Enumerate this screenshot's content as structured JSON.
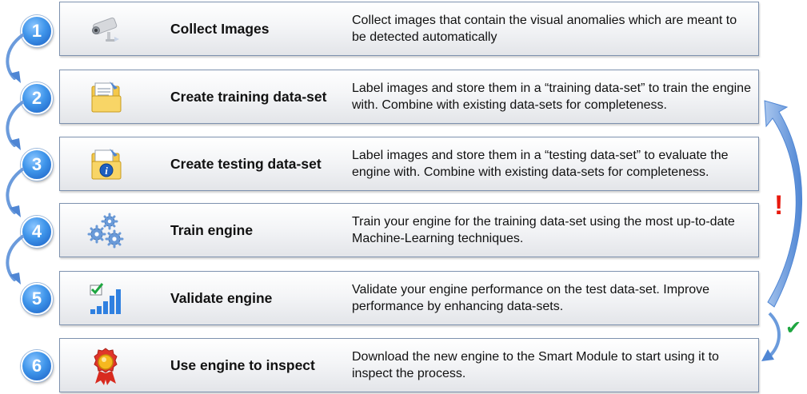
{
  "steps": [
    {
      "number": "1",
      "title": "Collect Images",
      "description": "Collect images that contain the visual anomalies which are meant to be detected automatically",
      "icon": "camera-icon"
    },
    {
      "number": "2",
      "title": "Create training data-set",
      "description": "Label images and store them in a “training data-set” to train the engine with. Combine with existing data-sets for completeness.",
      "icon": "folder-documents-icon"
    },
    {
      "number": "3",
      "title": "Create testing data-set",
      "description": "Label images and store them in a “testing data-set” to evaluate the engine with. Combine with existing data-sets for completeness.",
      "icon": "folder-info-icon"
    },
    {
      "number": "4",
      "title": "Train engine",
      "description": "Train your engine for the training data-set using the most up-to-date Machine-Learning techniques.",
      "icon": "gears-icon"
    },
    {
      "number": "5",
      "title": "Validate engine",
      "description": "Validate your engine performance on the test data-set. Improve performance by enhancing data-sets.",
      "icon": "bar-chart-check-icon"
    },
    {
      "number": "6",
      "title": "Use engine to inspect",
      "description": "Download the new engine to the Smart Module to start using it to inspect the process.",
      "icon": "award-ribbon-icon"
    }
  ],
  "feedback": {
    "fail_symbol": "!",
    "pass_symbol": "✔",
    "fail_color": "#e8190d",
    "pass_color": "#1ea640",
    "arrow_color": "#4f86d4",
    "badge_color": "#2b7de0"
  }
}
